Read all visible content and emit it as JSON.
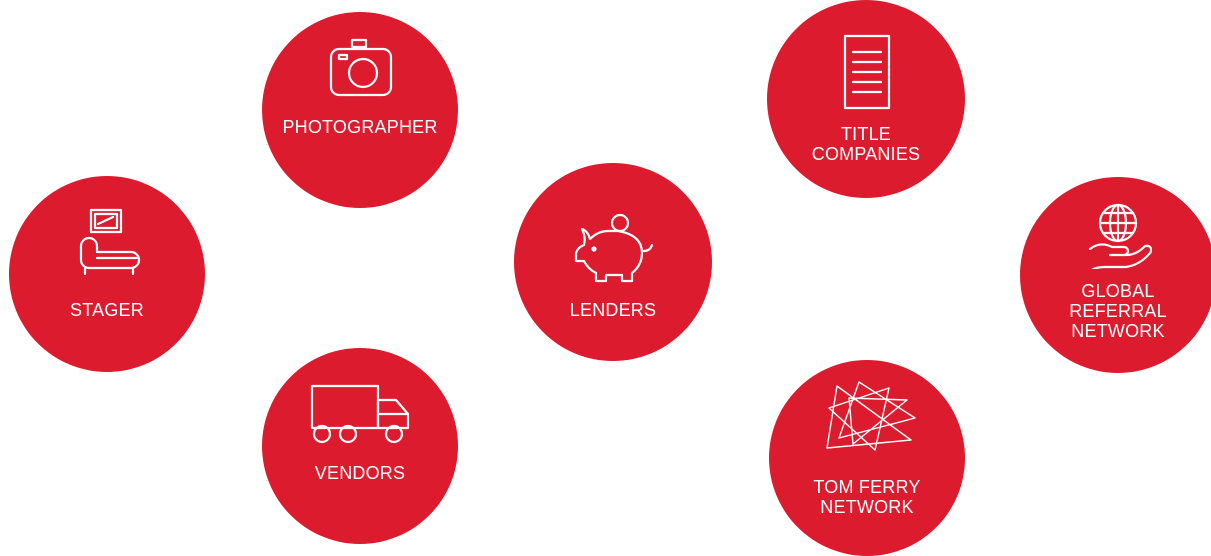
{
  "colors": {
    "circle": "#dc1c2e",
    "text": "#ffffff",
    "background": "#ffffff"
  },
  "items": {
    "photographer": {
      "line1": "PHOTOGRAPHER",
      "icon": "camera-icon"
    },
    "title_companies": {
      "line1": "TITLE",
      "line2": "COMPANIES",
      "icon": "document-icon"
    },
    "stager": {
      "line1": "STAGER",
      "icon": "chaise-lounge-icon"
    },
    "lenders": {
      "line1": "LENDERS",
      "icon": "piggy-bank-icon"
    },
    "global_referral": {
      "line1": "GLOBAL",
      "line2": "REFERRAL",
      "line3": "NETWORK",
      "icon": "globe-in-hand-icon"
    },
    "vendors": {
      "line1": "VENDORS",
      "icon": "truck-icon"
    },
    "tom_ferry": {
      "line1": "TOM FERRY",
      "line2": "NETWORK",
      "icon": "triangles-icon"
    }
  }
}
